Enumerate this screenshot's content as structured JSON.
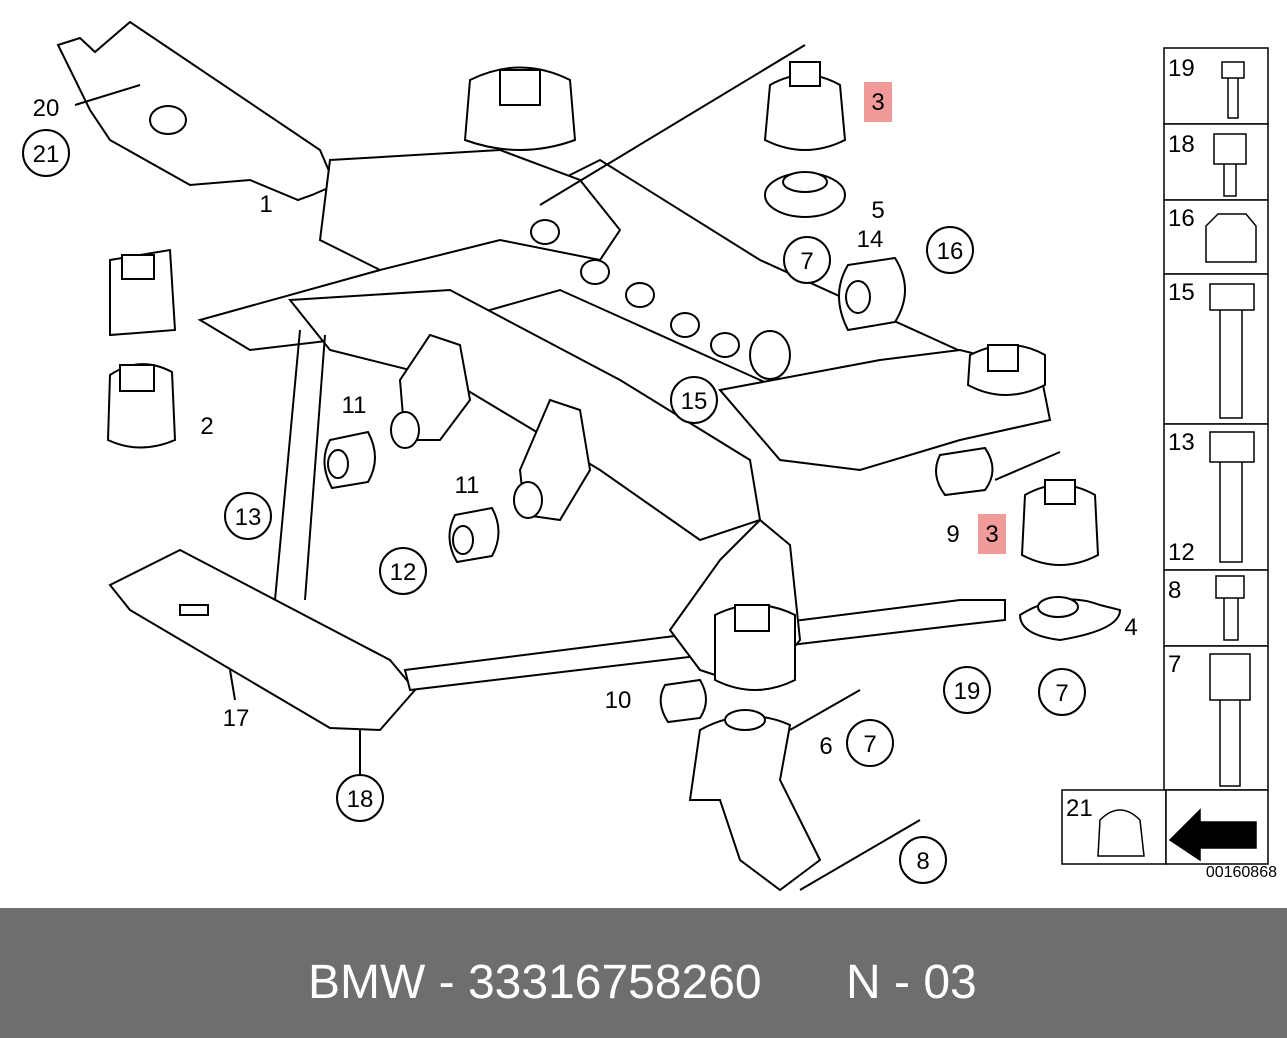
{
  "diagram": {
    "callouts": {
      "c20": "20",
      "c21": "21",
      "c1": "1",
      "c2": "2",
      "c3a": "3",
      "c3b": "3",
      "c5": "5",
      "c7a": "7",
      "c14": "14",
      "c16": "16",
      "c15": "15",
      "c11a": "11",
      "c11b": "11",
      "c13": "13",
      "c12": "12",
      "c9": "9",
      "c4": "4",
      "c19": "19",
      "c7b": "7",
      "c10": "10",
      "c6": "6",
      "c7c": "7",
      "c17": "17",
      "c18": "18",
      "c8": "8"
    },
    "legend": {
      "l19": "19",
      "l18": "18",
      "l16": "16",
      "l15": "15",
      "l13": "13",
      "l12": "12",
      "l8": "8",
      "l7": "7",
      "l21": "21"
    },
    "drawing_number": "00160868",
    "highlight_color": "#f19a9a"
  },
  "footer": {
    "brand": "BMW - 33316758260",
    "suffix": "N - 03",
    "background": "#6e6e6e"
  }
}
